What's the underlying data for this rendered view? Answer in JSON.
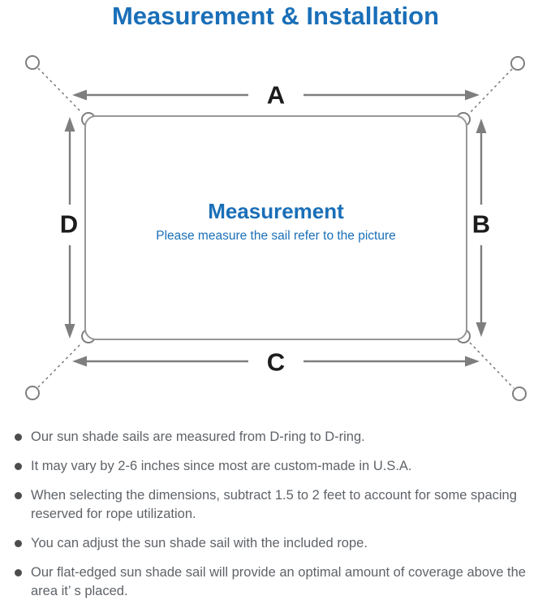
{
  "page": {
    "title": "Measurement & Installation"
  },
  "diagram": {
    "labels": {
      "top": "A",
      "right": "B",
      "bottom": "C",
      "left": "D"
    },
    "center": {
      "heading": "Measurement",
      "subheading": "Please measure the sail refer to the picture"
    }
  },
  "notes": [
    "Our sun shade sails are measured from D-ring to D-ring.",
    "It may vary by 2-6 inches since most are custom-made in U.S.A.",
    "When selecting the dimensions, subtract 1.5 to 2 feet to account for some spacing reserved for rope utilization.",
    "You can adjust the sun shade sail with the included rope.",
    "Our flat-edged sun shade sail will provide an optimal amount of coverage above the area it’ s placed."
  ],
  "colors": {
    "accent_blue": "#1a6fb8",
    "diagram_gray": "#7e7e7e",
    "outline_gray": "#979797",
    "note_text_gray": "#5f6368",
    "label_black": "#1c1c1c"
  }
}
